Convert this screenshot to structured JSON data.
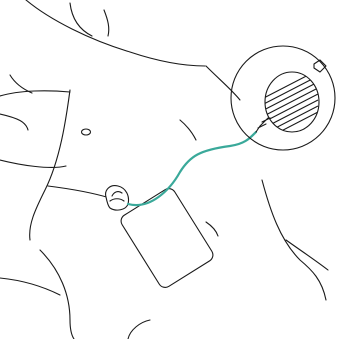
{
  "illustration": {
    "subject": "torso-with-subcutaneous-device",
    "components": [
      "skin-outline",
      "generator-pad",
      "port-housing",
      "connector-tube",
      "magnified-disc-view"
    ]
  },
  "colors": {
    "line": "#1a1a1a",
    "tube": "#3aa99a",
    "background": "#ffffff"
  }
}
